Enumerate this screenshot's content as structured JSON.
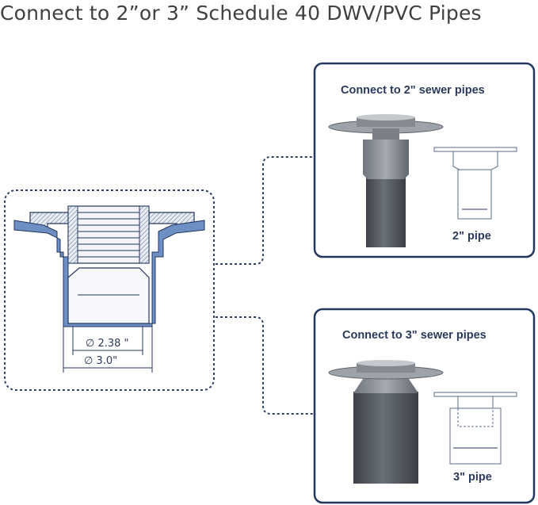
{
  "title": "Connect to 2”or 3” Schedule 40 DWV/PVC Pipes",
  "diagram": {
    "dim_inner": "∅ 2.38 \"",
    "dim_outer": "∅ 3.0\""
  },
  "panels": [
    {
      "title": "Connect to 2\" sewer pipes",
      "pipe_label": "2\" pipe"
    },
    {
      "title": "Connect to 3\" sewer pipes",
      "pipe_label": "3\" pipe"
    }
  ],
  "colors": {
    "navy": "#24375e",
    "dashed": "#2e4266",
    "pipe_dark": "#4a4f55",
    "blue_fill": "#6d8fc4",
    "grey_part": "#8a8f95"
  }
}
